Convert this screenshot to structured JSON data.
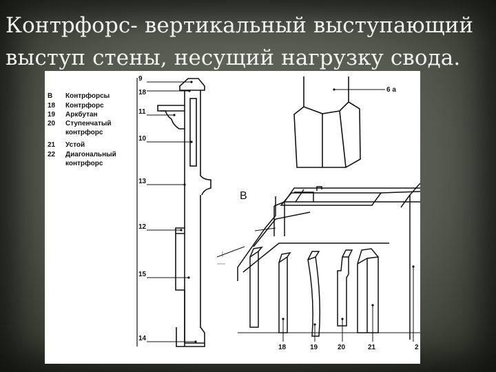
{
  "slide": {
    "title_line1": "Контрфорс- вертикальный выступающий",
    "title_line2": "выступ стены, несущий нагрузку свода."
  },
  "legend": {
    "header_code": "В",
    "header_text": "Контрфорсы",
    "items": [
      {
        "code": "18",
        "lines": [
          "Контрфорс"
        ]
      },
      {
        "code": "19",
        "lines": [
          "Аркбутан"
        ]
      },
      {
        "code": "20",
        "lines": [
          "Ступенчатый",
          "контрфорс"
        ]
      },
      {
        "code": "21",
        "lines": [
          "Устой"
        ]
      },
      {
        "code": "22",
        "lines": [
          "Диагональный",
          "контрфорс"
        ]
      }
    ]
  },
  "section_labels": [
    "9",
    "18",
    "11",
    "10",
    "13",
    "12",
    "15",
    "14"
  ],
  "pier_label": "6 а",
  "view_label": "В",
  "bottom_labels": [
    "18",
    "19",
    "20",
    "21",
    "2"
  ],
  "colors": {
    "background": "#555950",
    "title_text": "#f2f2ee",
    "panel": "#ffffff",
    "ink": "#111111"
  }
}
